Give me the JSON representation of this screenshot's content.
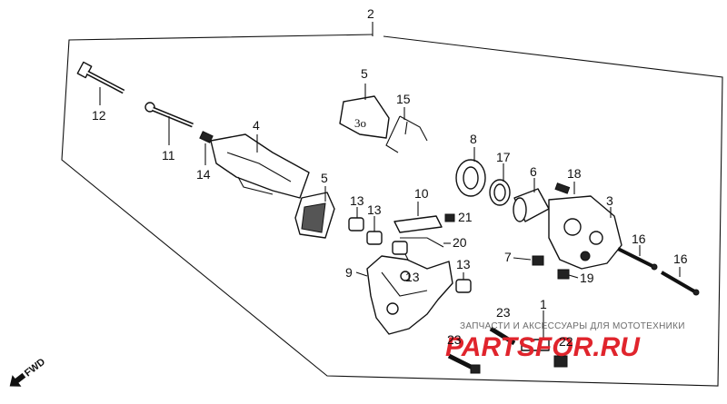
{
  "callouts": {
    "n1": "1",
    "n2": "2",
    "n3": "3",
    "n4": "4",
    "n5a": "5",
    "n5b": "5",
    "n6": "6",
    "n7": "7",
    "n8": "8",
    "n9": "9",
    "n10": "10",
    "n11": "11",
    "n12": "12",
    "n13a": "13",
    "n13b": "13",
    "n13c": "13",
    "n13d": "13",
    "n14": "14",
    "n15": "15",
    "n16a": "16",
    "n16b": "16",
    "n17": "17",
    "n18": "18",
    "n19": "19",
    "n20": "20",
    "n21": "21",
    "n22": "22",
    "n23a": "23",
    "n23b": "23"
  },
  "fwd_label": "FWD",
  "watermark": {
    "caption": "ЗАПЧАСТИ И АКСЕССУАРЫ ДЛЯ МОТОТЕХНИКИ",
    "brand": "PARTSFOR.RU",
    "brand_color": "#e0242c"
  }
}
